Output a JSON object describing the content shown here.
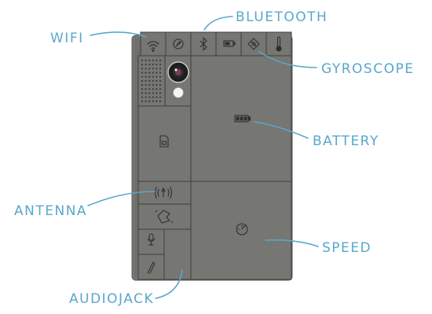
{
  "labels": {
    "wifi": "WIFI",
    "bluetooth": "BLUETOOTH",
    "gyroscope": "GYROSCOPE",
    "battery": "BATTERY",
    "antenna": "ANTENNA",
    "speed": "SPEED",
    "audiojack": "AUDIOJACK"
  },
  "colors": {
    "background": "#ffffff",
    "phone_body": "#6f6f6c",
    "module_fill": "#767673",
    "module_line": "#3f3f3d",
    "icon": "#2f2f2d",
    "callout": "#5aa7cc"
  },
  "icons": [
    "wifi-icon",
    "compass-icon",
    "bluetooth-icon",
    "battery-icon",
    "gyroscope-icon",
    "thermometer-icon",
    "speaker-grille-icon",
    "camera-icon",
    "flash-icon",
    "sim-card-icon",
    "antenna-icon",
    "vibration-icon",
    "microphone-icon",
    "audiojack-icon",
    "speedometer-icon"
  ]
}
